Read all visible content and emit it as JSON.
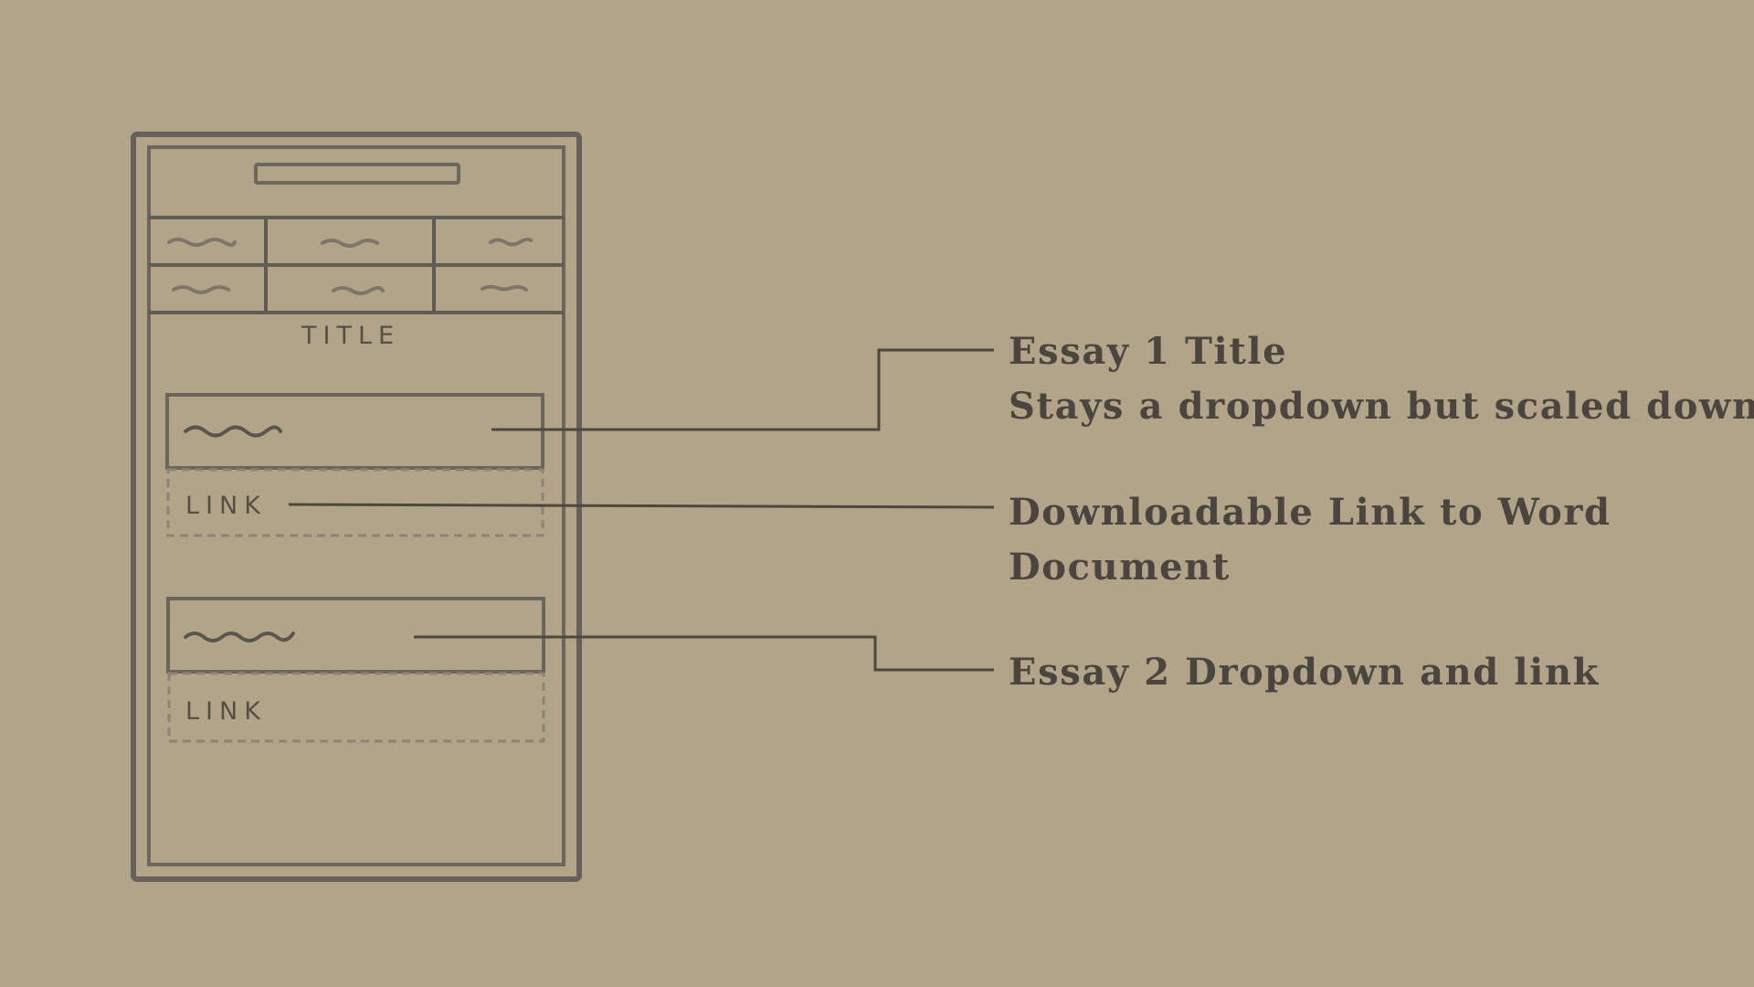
{
  "mockup": {
    "title_label": "TITLE",
    "essay1": {
      "link_label": "LINK"
    },
    "essay2": {
      "link_label": "LINK"
    }
  },
  "annotations": {
    "essay1": {
      "line1": "Essay 1 Title",
      "line2": "Stays a dropdown but scaled down"
    },
    "link": {
      "line1": "Downloadable Link to Word",
      "line2": "Document"
    },
    "essay2": {
      "line1": "Essay 2 Dropdown and link"
    }
  },
  "colors": {
    "background": "#b1a489",
    "sketch_stroke": "#5f5a4f",
    "annotation_text": "#4a463f"
  }
}
